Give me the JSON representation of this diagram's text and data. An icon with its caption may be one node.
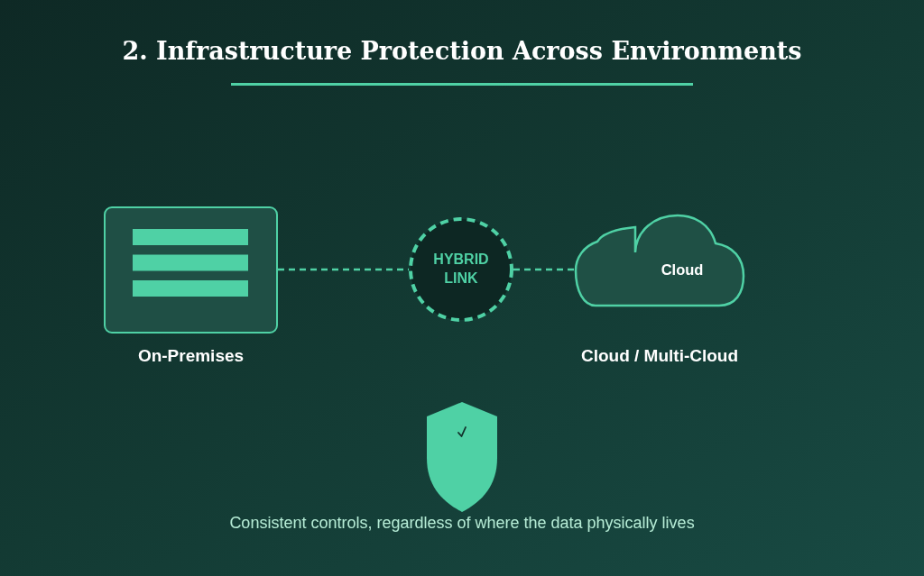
{
  "diagram": {
    "title": "2. Infrastructure Protection Across Environments",
    "nodes": [
      {
        "text": [],
        "shape": "box",
        "beside": [
          "On-Premises"
        ]
      },
      {
        "text": [
          "HYBRID LINK"
        ]
      },
      {
        "text": [
          "Cloud"
        ],
        "beside": [
          "Cloud / Multi-Cloud"
        ]
      }
    ],
    "edges": [
      {
        "from": 0,
        "to": 1,
        "arrow": "none",
        "style": "dashed"
      },
      {
        "from": 1,
        "to": 2,
        "arrow": "none",
        "style": "dashed"
      }
    ],
    "labels": [
      "Consistent controls, regardless of where the data physically lives"
    ]
  }
}
